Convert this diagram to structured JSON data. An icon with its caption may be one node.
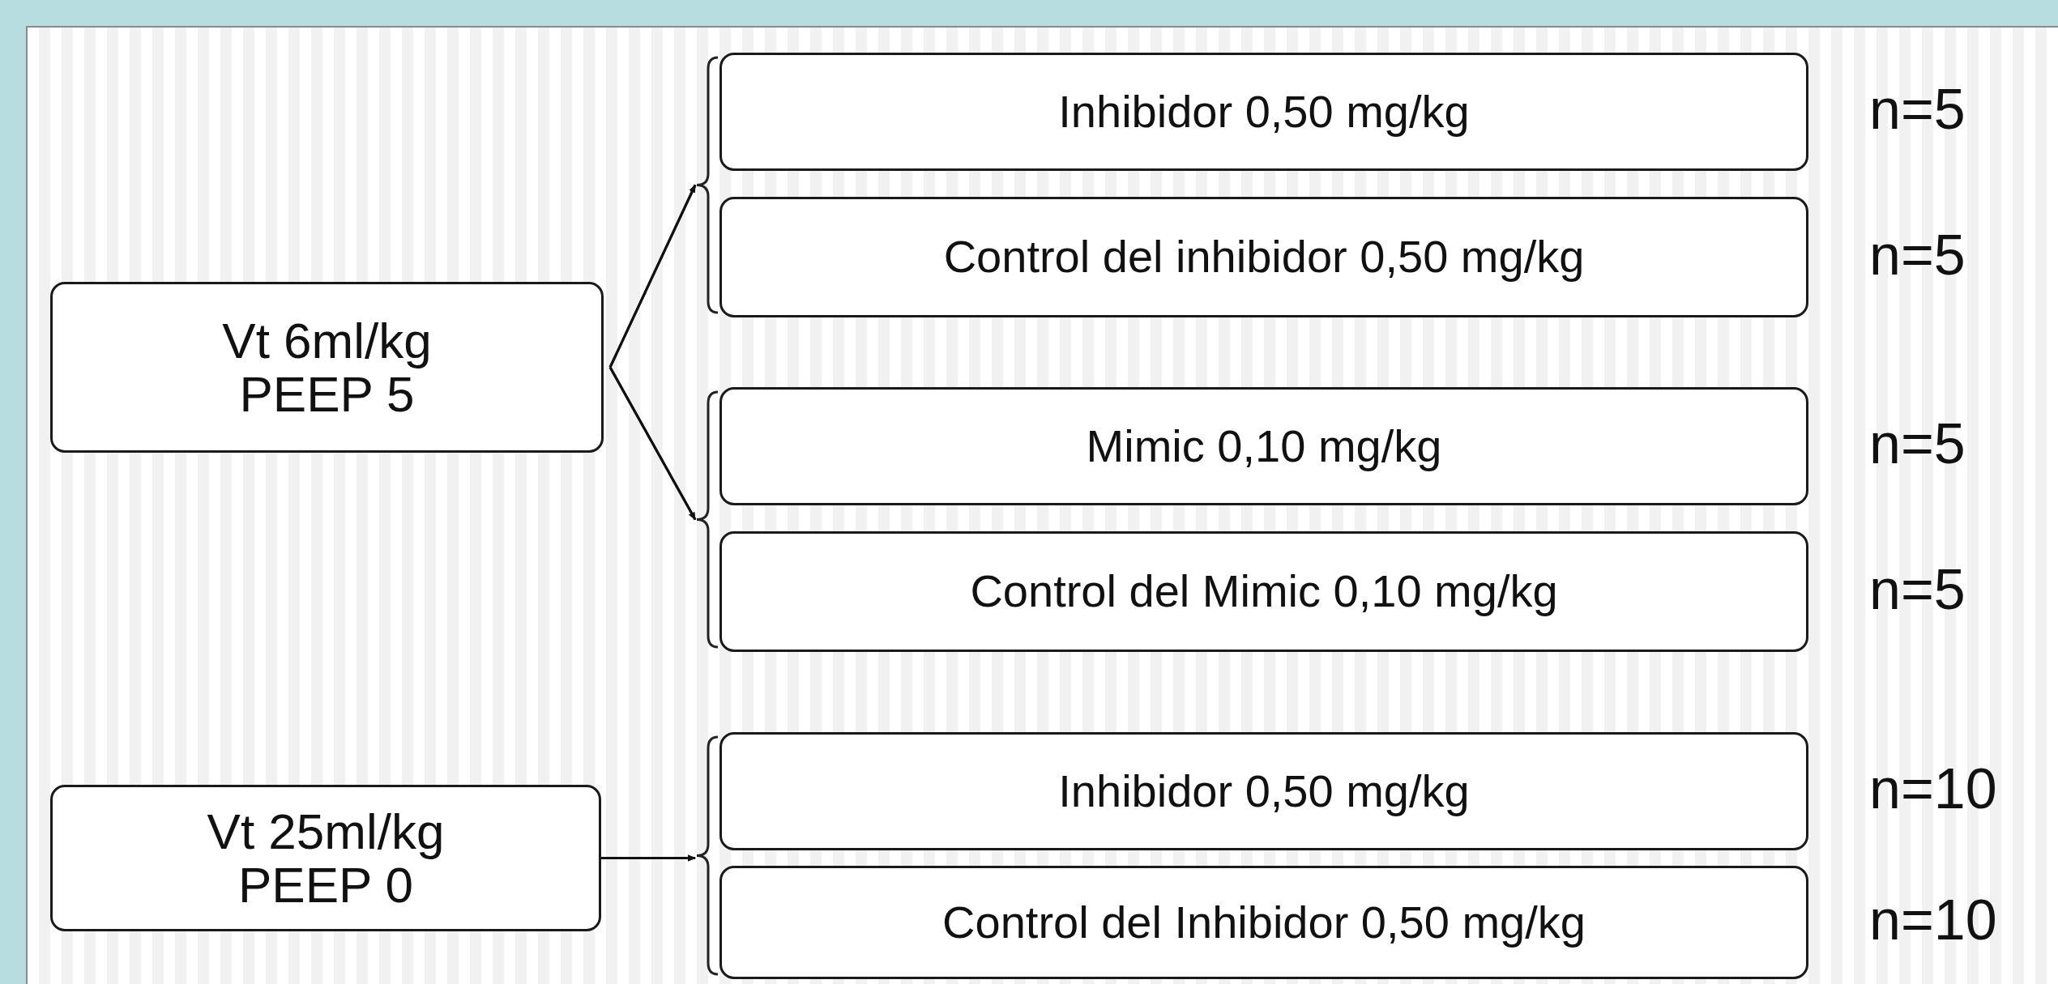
{
  "diagram": {
    "nodes": [
      {
        "text": [
          "Vt 6ml/kg PEEP 5"
        ]
      },
      {
        "text": [
          "Inhibidor 0,50 mg/kg"
        ],
        "beside": [
          "n=5"
        ]
      },
      {
        "text": [
          "Control del inhibidor 0,50 mg/kg"
        ],
        "beside": [
          "n=5"
        ]
      },
      {
        "text": [
          "Mimic 0,10 mg/kg"
        ],
        "beside": [
          "n=5"
        ]
      },
      {
        "text": [
          "Control del Mimic 0,10 mg/kg"
        ],
        "beside": [
          "n=5"
        ]
      },
      {
        "text": [
          "Vt 25ml/kg PEEP 0"
        ]
      },
      {
        "text": [
          "Inhibidor 0,50 mg/kg"
        ],
        "beside": [
          "n=10"
        ]
      },
      {
        "text": [
          "Control del Inhibidor 0,50 mg/kg"
        ],
        "beside": [
          "n=10"
        ]
      }
    ],
    "edges": [
      {
        "from": 0,
        "to": 1,
        "arrow": "to"
      },
      {
        "from": 0,
        "to": 2,
        "arrow": "to"
      },
      {
        "from": 0,
        "to": 3,
        "arrow": "to"
      },
      {
        "from": 0,
        "to": 4,
        "arrow": "to"
      },
      {
        "from": 5,
        "to": 6,
        "arrow": "to"
      },
      {
        "from": 5,
        "to": 7,
        "arrow": "to"
      }
    ]
  }
}
